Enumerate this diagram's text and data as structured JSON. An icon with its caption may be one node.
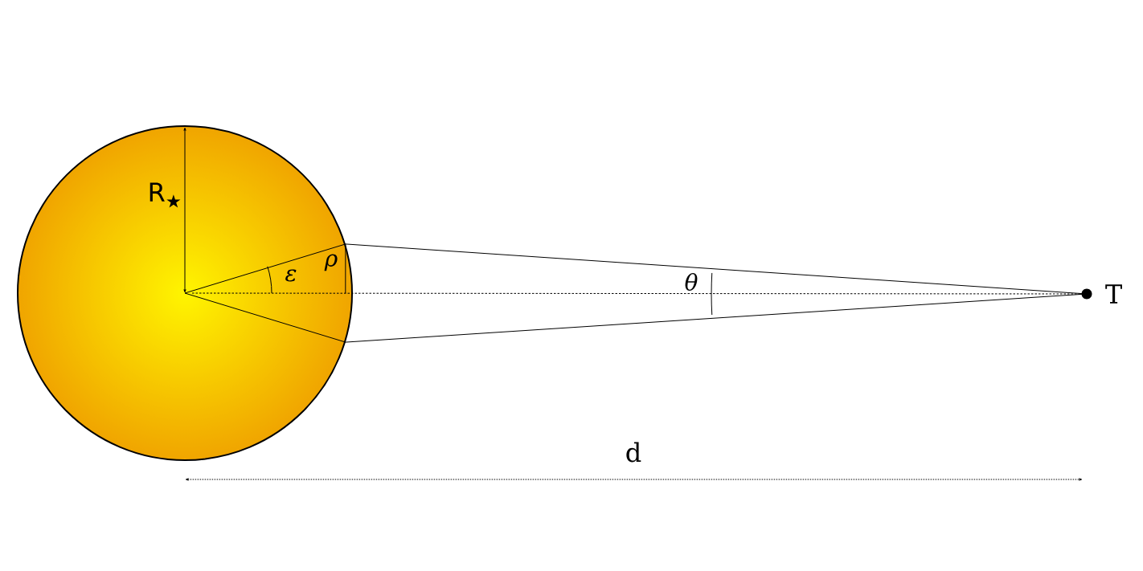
{
  "diagram": {
    "nodes": [
      {
        "text": [],
        "shape": "circle"
      },
      {
        "text": [],
        "shape": "circle",
        "beside": [
          "T"
        ]
      }
    ],
    "edges": [
      {
        "from": 0,
        "to": 1,
        "arrow": "none"
      },
      {
        "from": 0,
        "to": 1,
        "arrow": "none"
      },
      {
        "from": 0,
        "to": 1,
        "arrow": "none",
        "style": "dashed"
      }
    ],
    "labels": [
      "R$_{★}$",
      "ε",
      "ρ",
      "θ",
      "d"
    ]
  }
}
